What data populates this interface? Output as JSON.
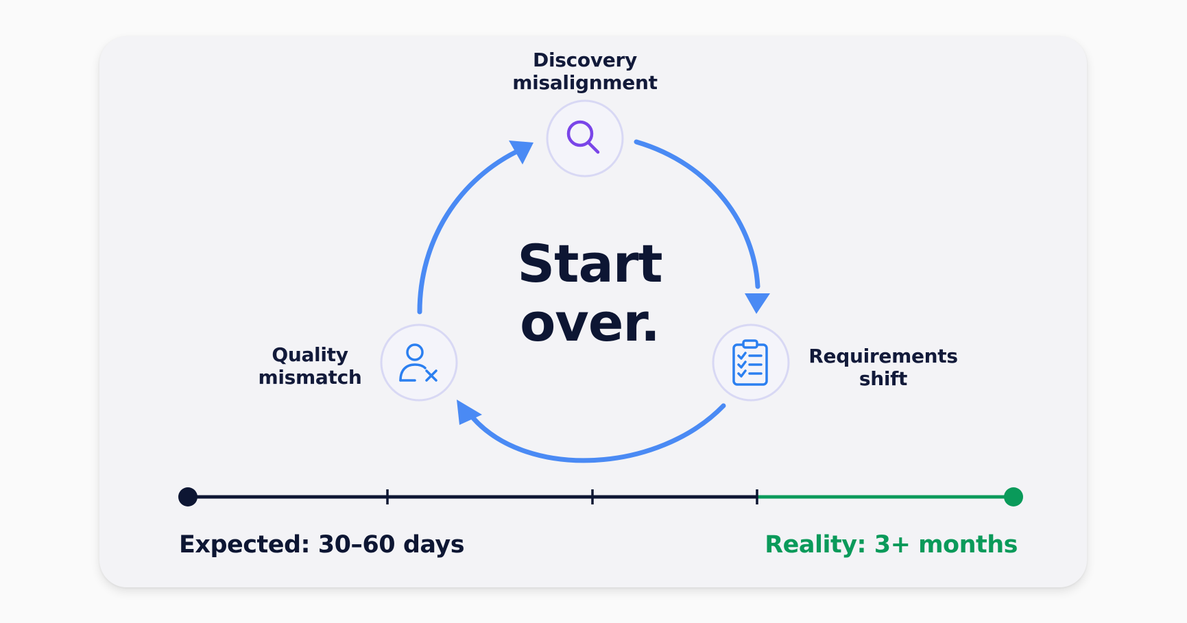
{
  "diagram": {
    "center_line1": "Start",
    "center_line2": "over.",
    "nodes": {
      "discovery": {
        "line1": "Discovery",
        "line2": "misalignment",
        "icon": "search-icon"
      },
      "requirements": {
        "line1": "Requirements",
        "line2": "shift",
        "icon": "clipboard-checklist-icon"
      },
      "quality": {
        "line1": "Quality",
        "line2": "mismatch",
        "icon": "user-x-icon"
      }
    }
  },
  "timeline": {
    "expected_label": "Expected: 30–60 days",
    "reality_label": "Reality: 3+ months"
  },
  "colors": {
    "arrow": "#4a8af4",
    "dark": "#0d1633",
    "green": "#0a9a5a",
    "card": "#f3f3f6",
    "search_icon": "#7a45e8",
    "icon_blue": "#2b7ff0"
  }
}
